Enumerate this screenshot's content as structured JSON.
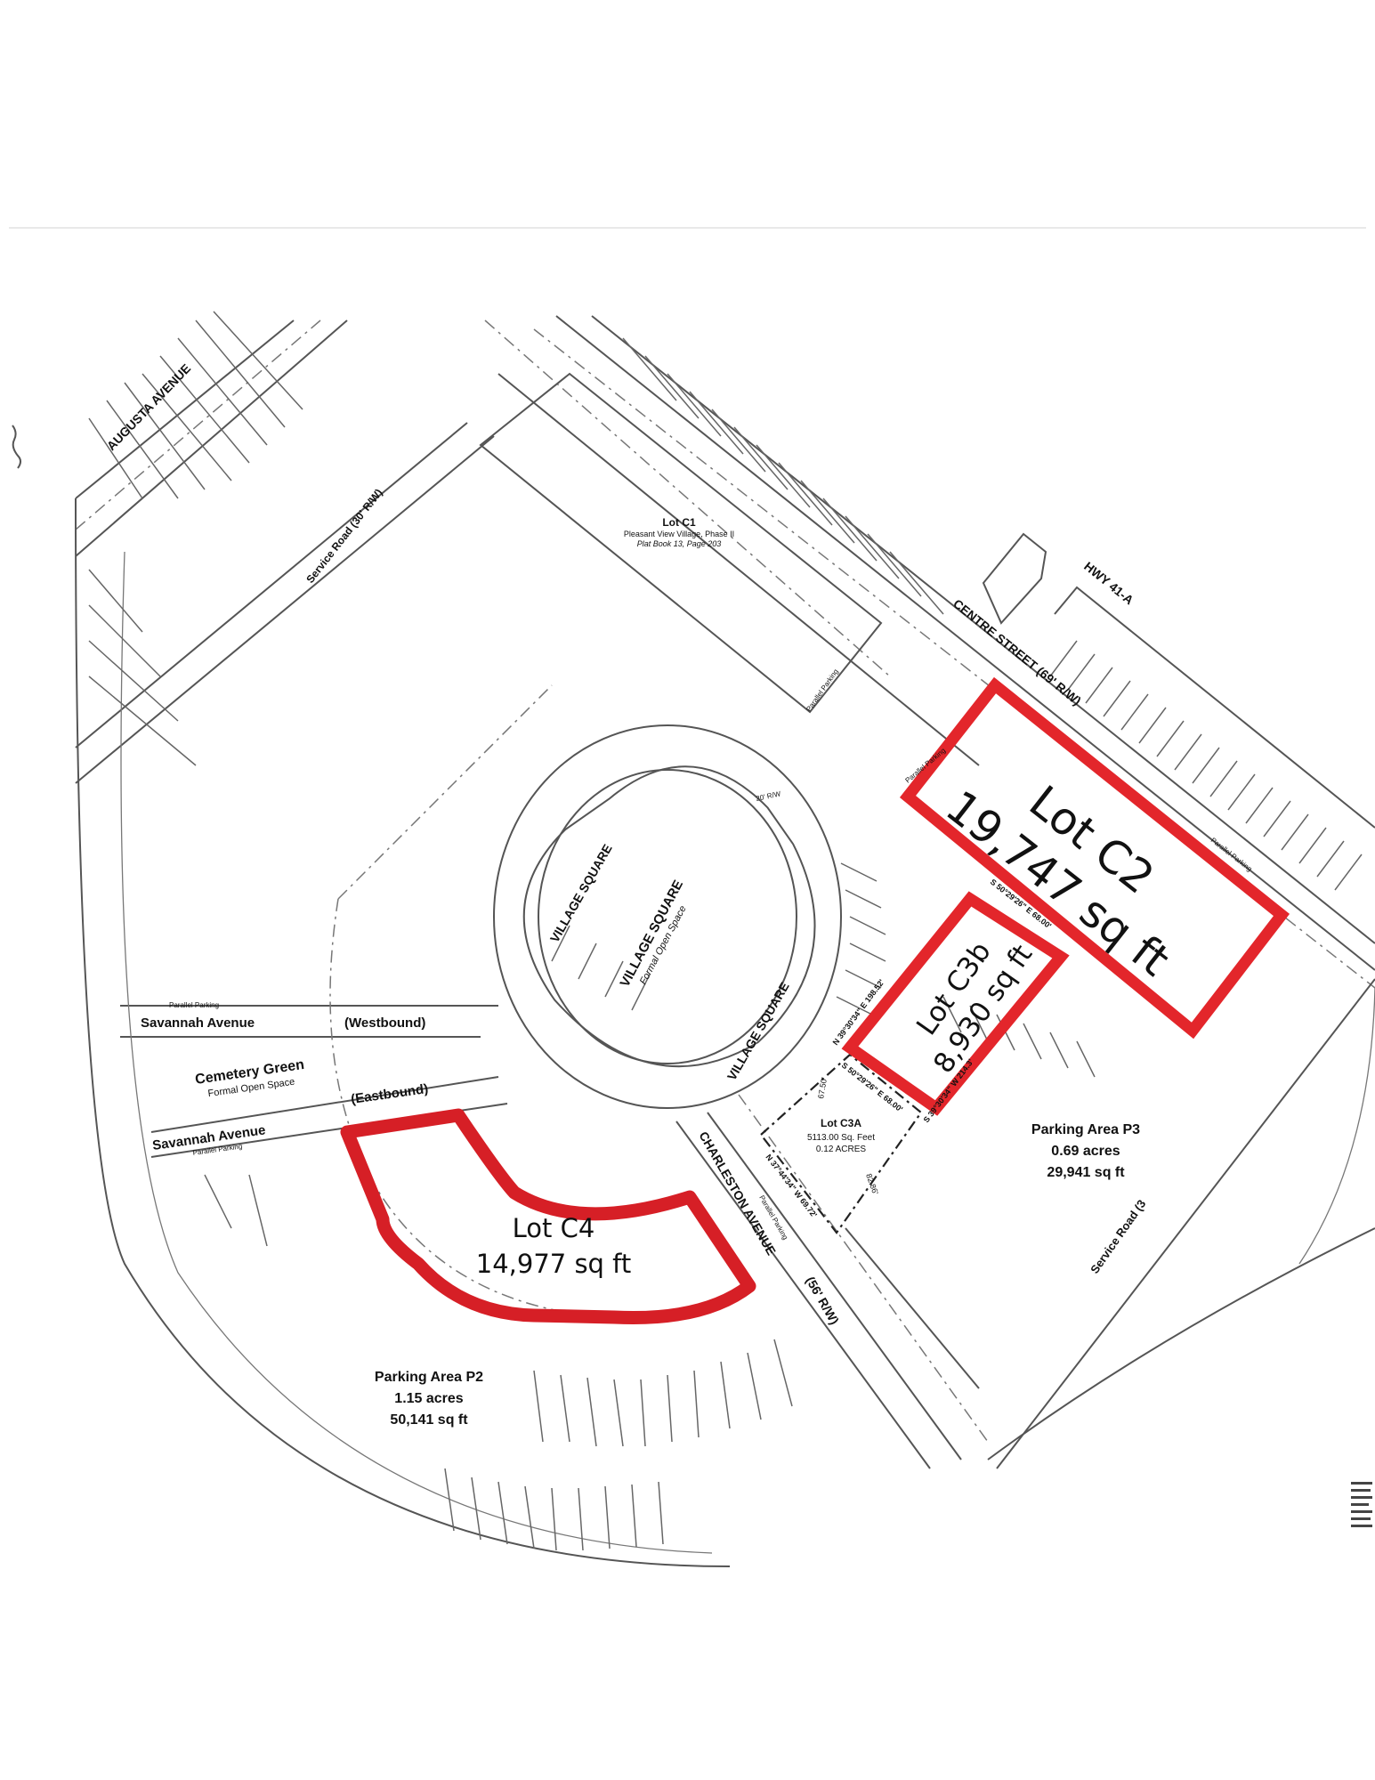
{
  "streets": {
    "augusta": "AUGUSTA AVENUE",
    "service_road_west": "Service Road  (30' R/W)",
    "centre": "CENTRE STREET (69' R/W)",
    "hwy": "HWY 41-A",
    "savannah_west": "Savannah Avenue",
    "westbound": "(Westbound)",
    "savannah_east": "Savannah Avenue",
    "eastbound": "(Eastbound)",
    "charleston": "CHARLESTON AVENUE",
    "charleston_rw": "(56' R/W)",
    "service_road_east": "Service Road  (3",
    "row_20": "20' R/W",
    "village_square_1": "VILLAGE SQUARE",
    "village_square_2": "VILLAGE SQUARE",
    "parallel_parking": "Parallel Parking"
  },
  "village_square_center": {
    "title": "VILLAGE SQUARE",
    "subtitle": "Formal Open Space"
  },
  "cemetery": {
    "title": "Cemetery Green",
    "subtitle": "Formal Open Space"
  },
  "lot_c1": {
    "title": "Lot C1",
    "line1": "Pleasant View Village, Phase II",
    "line2": "Plat Book 13, Page 203"
  },
  "lot_c2": {
    "name": "Lot C2",
    "area": "19,747 sq ft"
  },
  "lot_c3b": {
    "name": "Lot C3b",
    "area": "8,930 sq ft"
  },
  "lot_c3a": {
    "name": "Lot C3A",
    "area_sqft": "5113.00 Sq. Feet",
    "area_acres": "0.12 ACRES"
  },
  "lot_c4": {
    "name": "Lot C4",
    "area": "14,977 sq ft"
  },
  "parking_p2": {
    "name": "Parking Area P2",
    "acres": "1.15 acres",
    "sqft": "50,141 sq ft"
  },
  "parking_p3": {
    "name": "Parking Area P3",
    "acres": "0.69 acres",
    "sqft": "29,941 sq ft"
  },
  "bearings": {
    "b1": "S 50°29'26\" E  68.00'",
    "b2": "N 39°30'34\" E  198.52'",
    "b3": "S 50°29'26\" E  68.00'",
    "b4": "S 39°30'34\" W 214.3'",
    "b5": "N 37°44'34\" W  69.72'",
    "b6": "67.50'",
    "b7": "82.86'"
  },
  "colors": {
    "boundary": "#e3262b",
    "linework": "#555555"
  }
}
